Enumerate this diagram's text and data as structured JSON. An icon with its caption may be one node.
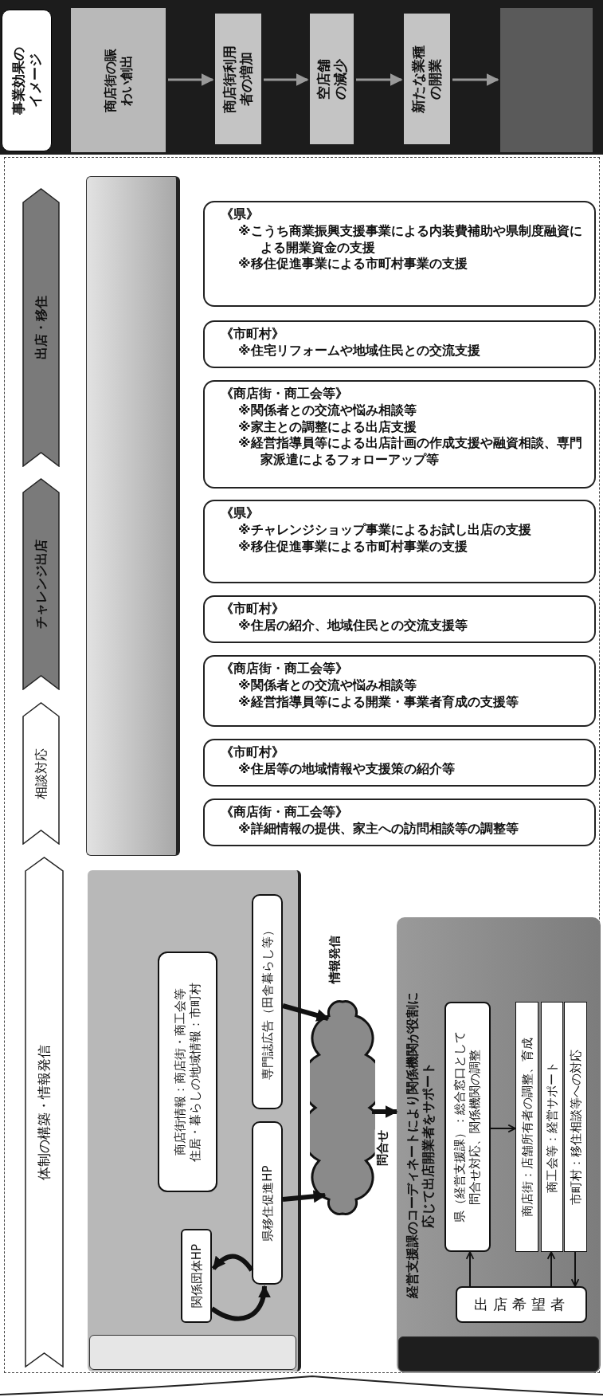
{
  "diagram": {
    "nodes": [
      {
        "text": [
          "事業効果のイメージ"
        ]
      },
      {
        "text": [
          "商店街の賑わい創出"
        ]
      },
      {
        "text": [
          "商店街利用者の増加"
        ]
      },
      {
        "text": [
          "空店舗の減少"
        ]
      },
      {
        "text": [
          "新たな業種の開業"
        ]
      },
      {
        "text": [],
        "shape": "box"
      },
      {
        "text": [
          "出店・移住"
        ]
      },
      {
        "text": [
          "チャレンジ出店"
        ]
      },
      {
        "text": [
          "相談対応"
        ]
      },
      {
        "text": [
          "体制の構築・情報発信"
        ]
      },
      {
        "text": [],
        "shape": "box"
      },
      {
        "text": [
          "《県》",
          "※こうち商業振興支援事業による内装費補助や県制度融資による開業資金の支援",
          "※移住促進事業による市町村事業の支援"
        ]
      },
      {
        "text": [
          "《市町村》",
          "※住宅リフォームや地域住民との交流支援"
        ]
      },
      {
        "text": [
          "《商店街・商工会等》",
          "※関係者との交流や悩み相談等",
          "※家主との調整による出店支援",
          "※経営指導員等による出店計画の作成支援や融資相談、専門家派遣によるフォローアップ等"
        ]
      },
      {
        "text": [
          "《県》",
          "※チャレンジショップ事業によるお試し出店の支援",
          "※移住促進事業による市町村事業の支援"
        ]
      },
      {
        "text": [
          "《市町村》",
          "※住居の紹介、地域住民との交流支援等"
        ]
      },
      {
        "text": [
          "《商店街・商工会等》",
          "※関係者との交流や悩み相談等",
          "※経営指導員等による開業・事業者育成の支援等"
        ]
      },
      {
        "text": [
          "《市町村》",
          "※住居等の地域情報や支援策の紹介等"
        ]
      },
      {
        "text": [
          "《商店街・商工会等》",
          "※詳細情報の提供、家主への訪問相談等の調整等"
        ]
      },
      {
        "text": [],
        "shape": "box"
      },
      {
        "text": [
          "商店街情報：商店街・商工会等",
          "住居・暮らしの地域情報：市町村"
        ],
        "in": 19
      },
      {
        "text": [
          "専門誌広告（田舎暮らし等）"
        ],
        "in": 19
      },
      {
        "text": [
          "県移住促進HP"
        ],
        "in": 19
      },
      {
        "text": [
          "関係団体HP"
        ],
        "in": 19
      },
      {
        "text": [],
        "shape": "cloud"
      },
      {
        "text": [
          "経営支援課のコーディネートにより関係機関が役割に応じて出店開業者をサポート"
        ]
      },
      {
        "text": [
          "県（経営支援課）：総合窓口として問合せ対応、関係機関の調整"
        ],
        "in": 25
      },
      {
        "text": [
          "商店街：店舗所有者の調整、育成"
        ],
        "in": 25
      },
      {
        "text": [
          "商工会等：経営サポート"
        ],
        "in": 25
      },
      {
        "text": [
          "市町村：移住相談等への対応"
        ],
        "in": 25
      },
      {
        "text": [
          "出店希望者"
        ],
        "in": 25
      }
    ],
    "edges": [
      {
        "from": 1,
        "to": 2,
        "arrow": "to",
        "color": "#999999"
      },
      {
        "from": 2,
        "to": 3,
        "arrow": "to",
        "color": "#999999"
      },
      {
        "from": 3,
        "to": 4,
        "arrow": "to",
        "color": "#999999"
      },
      {
        "from": 4,
        "to": 5,
        "arrow": "to",
        "color": "#999999"
      },
      {
        "from": 23,
        "to": 22,
        "arrow": "to",
        "style": "thick"
      },
      {
        "from": 22,
        "to": 23,
        "arrow": "to",
        "style": "thick"
      },
      {
        "from": 21,
        "to": 24,
        "arrow": "to",
        "style": "thick"
      },
      {
        "from": 22,
        "to": 24,
        "arrow": "to",
        "style": "thick"
      },
      {
        "from": 24,
        "to": 25,
        "arrow": "to",
        "style": "thick",
        "label": "問合せ"
      },
      {
        "from": 30,
        "to": 26,
        "arrow": "to"
      },
      {
        "from": 26,
        "to": 27,
        "arrow": "to"
      },
      {
        "from": 30,
        "to": 28,
        "arrow": "to"
      },
      {
        "from": 29,
        "to": 30,
        "arrow": "to"
      }
    ],
    "labels": [
      "情報発信"
    ]
  }
}
